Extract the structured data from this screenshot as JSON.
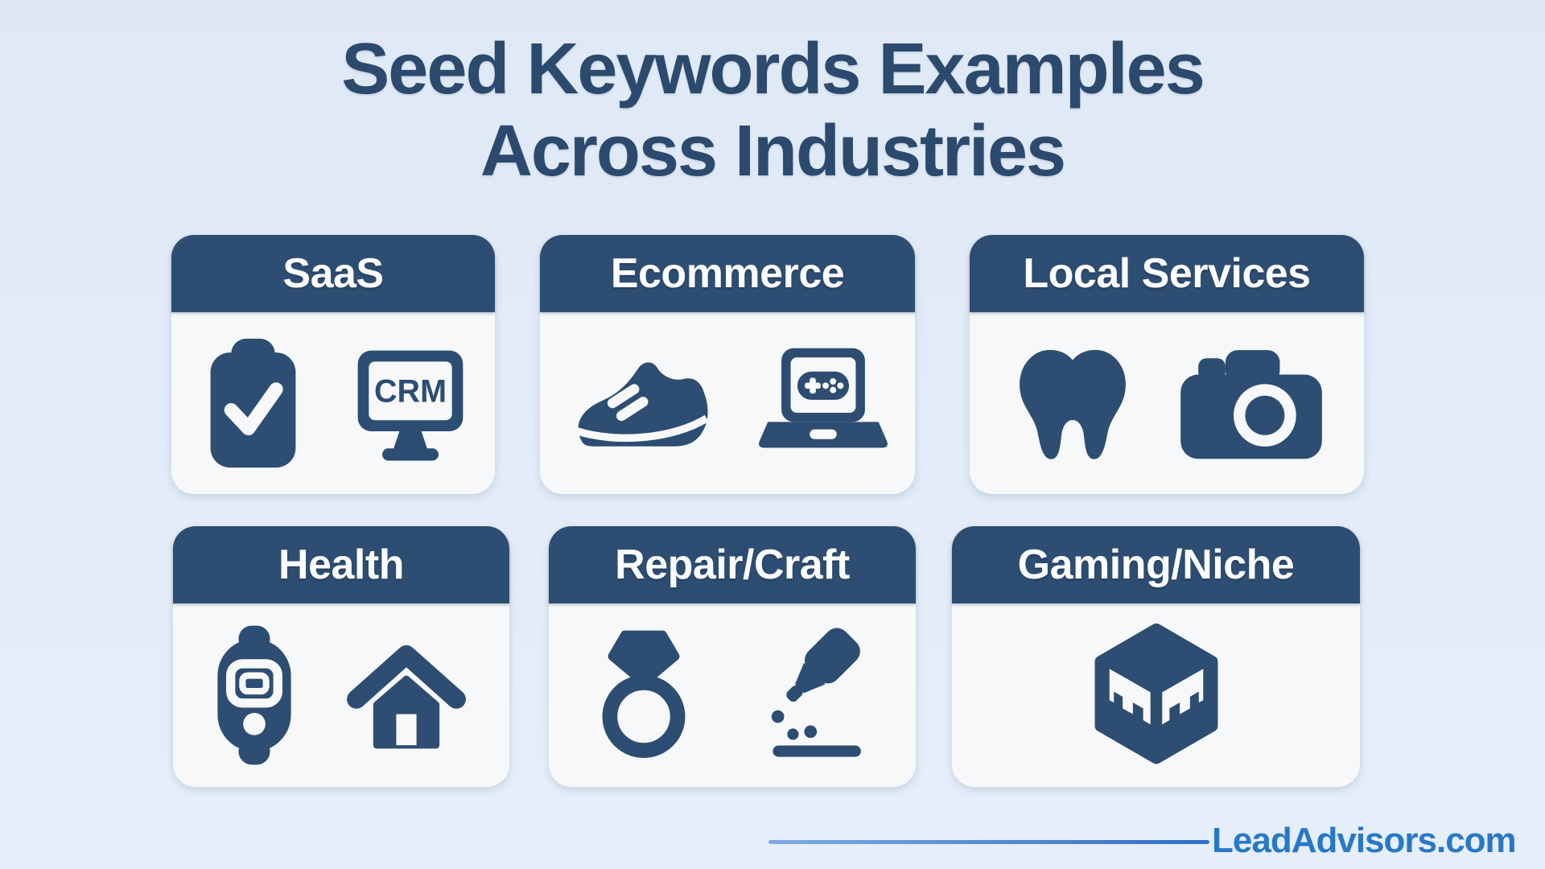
{
  "title": {
    "line1": "Seed Keywords Examples",
    "line2": "Across Industries"
  },
  "cards": [
    {
      "label": "SaaS",
      "icons": [
        "clipboard-check-icon",
        "crm-monitor-icon"
      ],
      "crm_text": "CRM"
    },
    {
      "label": "Ecommerce",
      "icons": [
        "sneaker-icon",
        "laptop-gamepad-icon"
      ]
    },
    {
      "label": "Local Services",
      "icons": [
        "tooth-icon",
        "camera-icon"
      ]
    },
    {
      "label": "Health",
      "icons": [
        "glucose-meter-icon",
        "house-icon"
      ]
    },
    {
      "label": "Repair/Craft",
      "icons": [
        "ring-icon",
        "glue-drip-icon"
      ]
    },
    {
      "label": "Gaming/Niche",
      "icons": [
        "cube-icon"
      ]
    }
  ],
  "footer": {
    "brand": "LeadAdvisors.com"
  },
  "colors": {
    "background": "#e3ecf7",
    "navy": "#2d4d72",
    "title_text": "#2c4a6e",
    "card_body": "#f7f8f9",
    "header_text": "#fbfcfd",
    "brand_blue": "#2878c8",
    "divider_blue": "#2f6fc8"
  }
}
